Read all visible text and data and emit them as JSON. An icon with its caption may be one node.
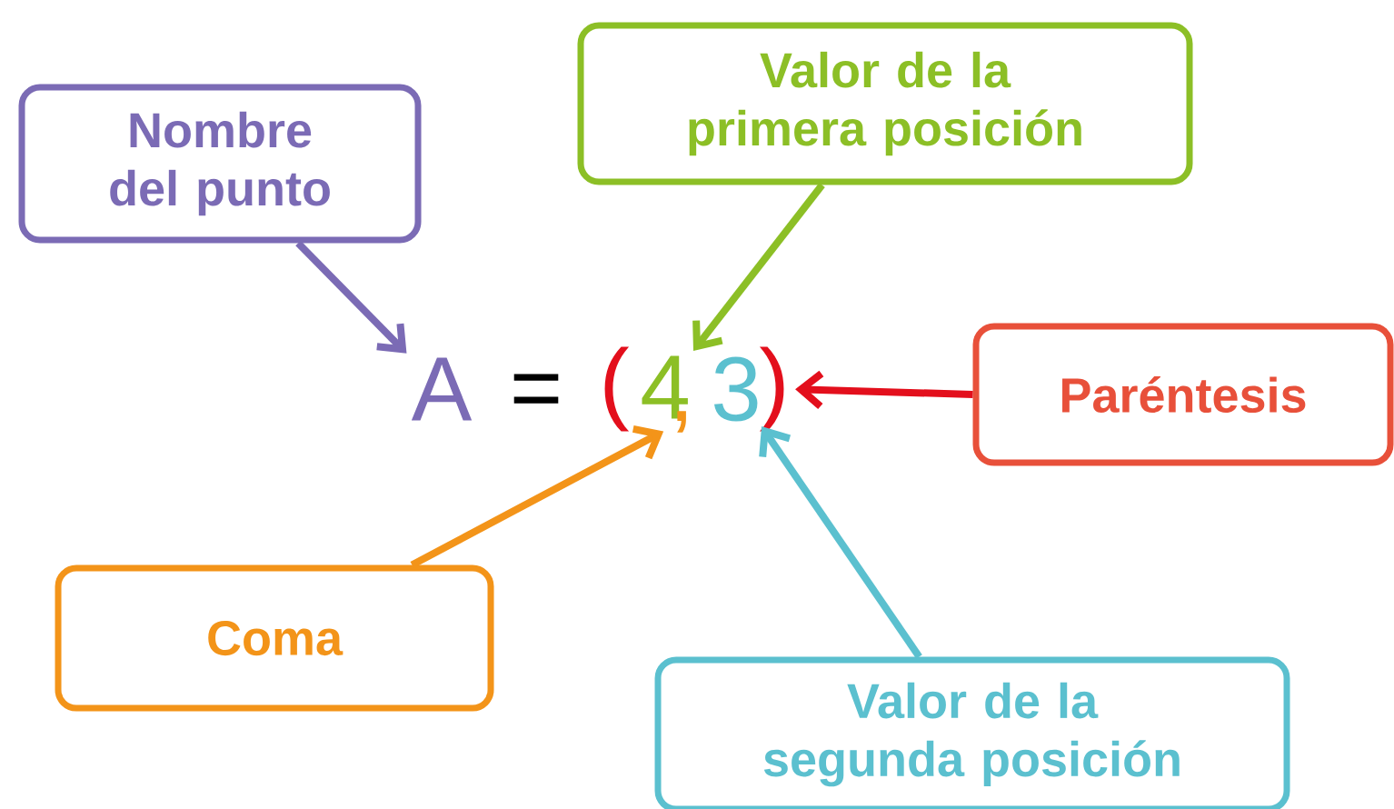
{
  "diagram": {
    "nodes": [
      {
        "text": [
          "Nombre del punto"
        ]
      },
      {
        "text": [
          "Valor de la primera posición"
        ]
      },
      {
        "text": [
          "Paréntesis"
        ]
      },
      {
        "text": [
          "Coma"
        ]
      },
      {
        "text": [
          "Valor de la segunda posición"
        ]
      },
      {
        "text": [
          "A"
        ]
      },
      {
        "text": [
          "4"
        ]
      },
      {
        "text": [
          ","
        ]
      },
      {
        "text": [
          "3"
        ]
      },
      {
        "text": [
          ")"
        ]
      }
    ],
    "edges": [
      {
        "from": 0,
        "to": 5,
        "arrow": "to",
        "color": "#7b6bb5"
      },
      {
        "from": 1,
        "to": 6,
        "arrow": "to",
        "color": "#8cbf26"
      },
      {
        "from": 2,
        "to": 9,
        "arrow": "to",
        "color": "#e30f1c"
      },
      {
        "from": 3,
        "to": 7,
        "arrow": "to",
        "color": "#f39419"
      },
      {
        "from": 4,
        "to": 8,
        "arrow": "to",
        "color": "#5bc0cf"
      }
    ],
    "labels": [
      "=",
      "("
    ]
  }
}
